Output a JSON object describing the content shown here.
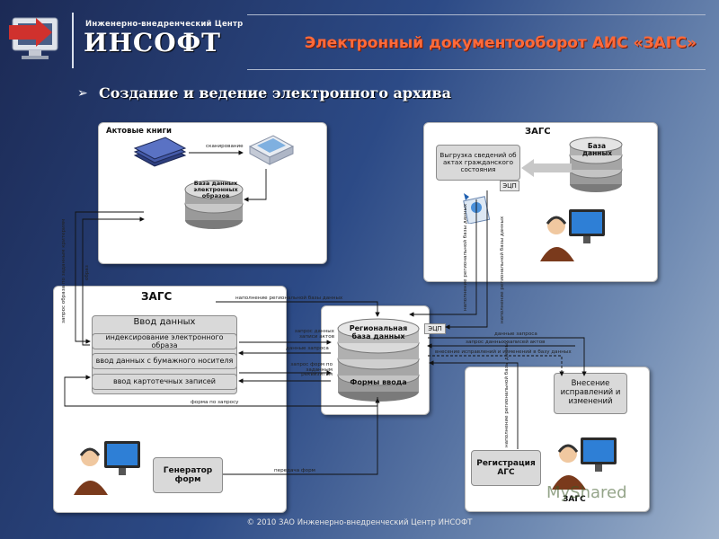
{
  "header": {
    "company_small": "Инженерно-внедренческий Центр",
    "company_big": "ИНСОФТ",
    "title": "Электронный документооборот АИС «ЗАГС»"
  },
  "bullet": "Создание и ведение электронного архива",
  "panel_books": {
    "title": "Актовые книги",
    "scan_label": "сканирование",
    "db_label": "База данных электронных образов"
  },
  "panel_zags_right": {
    "title": "ЗАГС",
    "export_label": "Выгрузка сведений об актах гражданского состояния",
    "ecp": "ЭЦП",
    "db_label": "База данных"
  },
  "panel_zags_left": {
    "title": "ЗАГС",
    "input_header": "Ввод данных",
    "input_items": [
      "индексирование электронного образа",
      "ввод данных с бумажного носителя",
      "ввод картотечных записей"
    ],
    "generator": "Генератор форм"
  },
  "center": {
    "regional_db": "Региональная база данных",
    "ecp": "ЭЦП",
    "forms": "Формы ввода"
  },
  "panel_zags_bottom": {
    "title": "ЗАГС",
    "corrections": "Внесение исправлений и изменений",
    "registration": "Регистрация АГС"
  },
  "edges": {
    "fill_regional": "наполнение региональной базы данных",
    "data_request_left": "запрос данных записи актов",
    "data_query_left": "данные запроса",
    "form_request": "запрос форм по заданным реквизитам",
    "form_by_request": "форма по запросу",
    "form_transfer": "передача форм",
    "image_request": "запрос образа по заданным критериям",
    "image": "образ",
    "fill_regional_v1": "наполнение региональной базы данных",
    "fill_regional_v2": "наполнение региональной базы данных",
    "fill_regional_v3": "наполнение региональной базы данных",
    "data_query_right": "данные запроса",
    "data_request_right": "запрос данных записей актов",
    "corrections_edge": "внесение исправлений и изменений в базу данных"
  },
  "watermark": "MyShared",
  "footer": "© 2010 ЗАО Инженерно-внедренческий Центр ИНСОФТ"
}
